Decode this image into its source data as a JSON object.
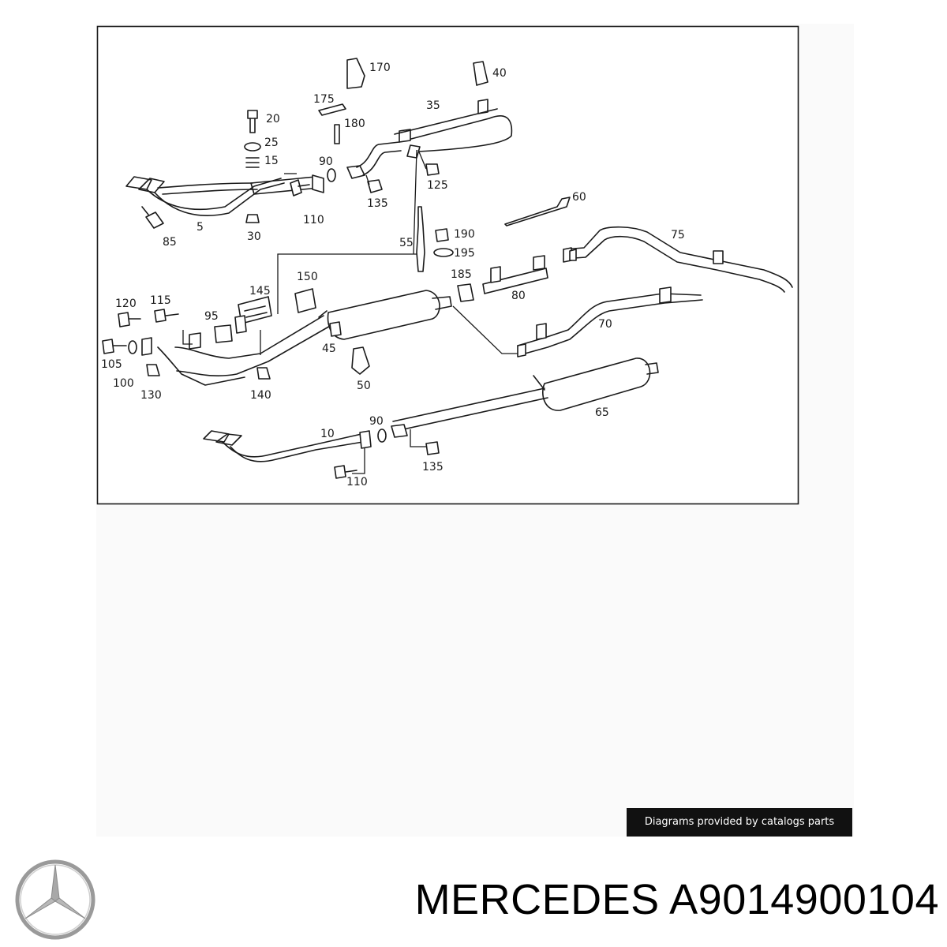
{
  "diagram": {
    "callouts": [
      {
        "id": "c170",
        "label": "170"
      },
      {
        "id": "c40",
        "label": "40"
      },
      {
        "id": "c175",
        "label": "175"
      },
      {
        "id": "c35",
        "label": "35"
      },
      {
        "id": "c20",
        "label": "20"
      },
      {
        "id": "c180",
        "label": "180"
      },
      {
        "id": "c25",
        "label": "25"
      },
      {
        "id": "c15",
        "label": "15"
      },
      {
        "id": "c90a",
        "label": "90"
      },
      {
        "id": "c125",
        "label": "125"
      },
      {
        "id": "c135a",
        "label": "135"
      },
      {
        "id": "c110a",
        "label": "110"
      },
      {
        "id": "c5",
        "label": "5"
      },
      {
        "id": "c30",
        "label": "30"
      },
      {
        "id": "c85",
        "label": "85"
      },
      {
        "id": "c60",
        "label": "60"
      },
      {
        "id": "c75",
        "label": "75"
      },
      {
        "id": "c55",
        "label": "55"
      },
      {
        "id": "c190",
        "label": "190"
      },
      {
        "id": "c195",
        "label": "195"
      },
      {
        "id": "c150",
        "label": "150"
      },
      {
        "id": "c145",
        "label": "145"
      },
      {
        "id": "c185",
        "label": "185"
      },
      {
        "id": "c80",
        "label": "80"
      },
      {
        "id": "c120",
        "label": "120"
      },
      {
        "id": "c115",
        "label": "115"
      },
      {
        "id": "c95",
        "label": "95"
      },
      {
        "id": "c45",
        "label": "45"
      },
      {
        "id": "c70",
        "label": "70"
      },
      {
        "id": "c105",
        "label": "105"
      },
      {
        "id": "c100",
        "label": "100"
      },
      {
        "id": "c130",
        "label": "130"
      },
      {
        "id": "c140",
        "label": "140"
      },
      {
        "id": "c50",
        "label": "50"
      },
      {
        "id": "c65",
        "label": "65"
      },
      {
        "id": "c10",
        "label": "10"
      },
      {
        "id": "c90b",
        "label": "90"
      },
      {
        "id": "c135b",
        "label": "135"
      },
      {
        "id": "c110b",
        "label": "110"
      }
    ]
  },
  "credit": "Diagrams provided by catalogs parts",
  "brand": {
    "logo_icon": "mercedes-star-icon"
  },
  "title": "MERCEDES A9014900104"
}
